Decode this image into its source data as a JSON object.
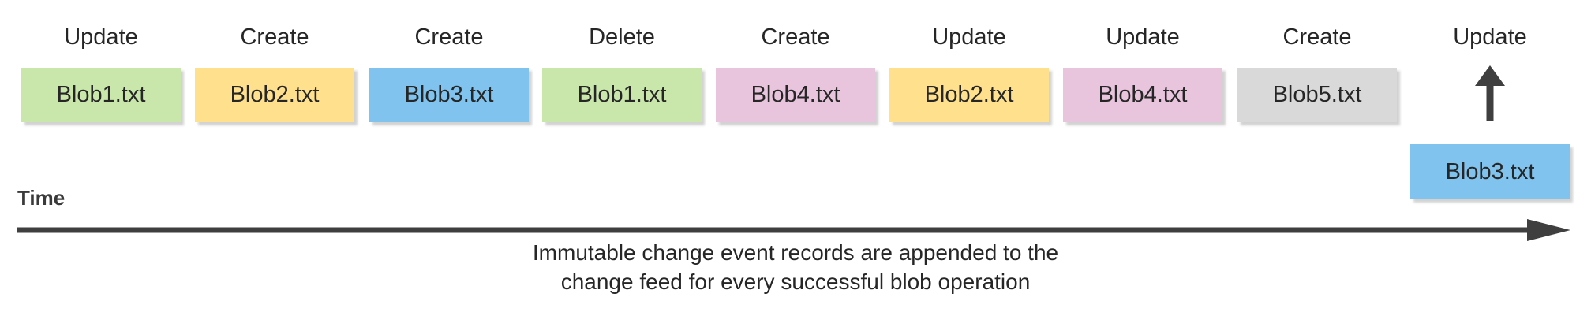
{
  "diagram": {
    "columns": [
      {
        "operation": "Update",
        "blob": "Blob1.txt",
        "color": "green"
      },
      {
        "operation": "Create",
        "blob": "Blob2.txt",
        "color": "yellow"
      },
      {
        "operation": "Create",
        "blob": "Blob3.txt",
        "color": "blue"
      },
      {
        "operation": "Delete",
        "blob": "Blob1.txt",
        "color": "green"
      },
      {
        "operation": "Create",
        "blob": "Blob4.txt",
        "color": "pink"
      },
      {
        "operation": "Update",
        "blob": "Blob2.txt",
        "color": "yellow"
      },
      {
        "operation": "Update",
        "blob": "Blob4.txt",
        "color": "pink"
      },
      {
        "operation": "Create",
        "blob": "Blob5.txt",
        "color": "gray"
      },
      {
        "operation": "Update",
        "blob": "Blob3.txt",
        "color": "blue",
        "appending": true
      }
    ],
    "colors": {
      "green": "#c9e7ab",
      "yellow": "#ffe08d",
      "blue": "#7fc3ee",
      "pink": "#e9c4dd",
      "gray": "#d9d9d9",
      "arrow": "#3f3f3f",
      "text": "#262626"
    },
    "icons": {
      "append_arrow": "up-arrow",
      "timeline_arrow": "right-arrow"
    },
    "time_label": "Time",
    "caption": {
      "line1": "Immutable change event records are appended to the",
      "line2": "change feed for every successful blob operation"
    }
  }
}
